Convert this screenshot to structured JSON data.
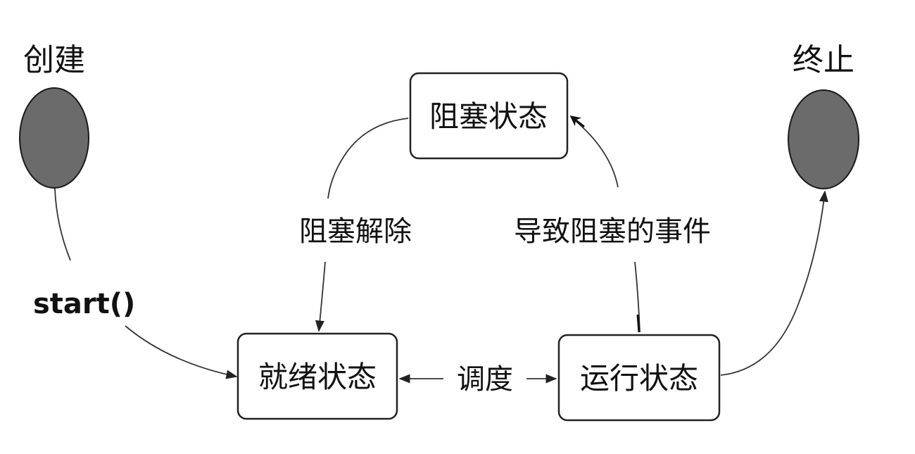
{
  "nodes": {
    "create": {
      "label": "创建"
    },
    "terminate": {
      "label": "终止"
    }
  },
  "states": {
    "blocked": "阻塞状态",
    "ready": "就绪状态",
    "running": "运行状态"
  },
  "edges": {
    "start": "start()",
    "unblock": "阻塞解除",
    "block_event": "导致阻塞的事件",
    "schedule": "调度"
  },
  "colors": {
    "node_fill": "#6b6b6b",
    "line": "#333333",
    "box_border": "#222222"
  }
}
